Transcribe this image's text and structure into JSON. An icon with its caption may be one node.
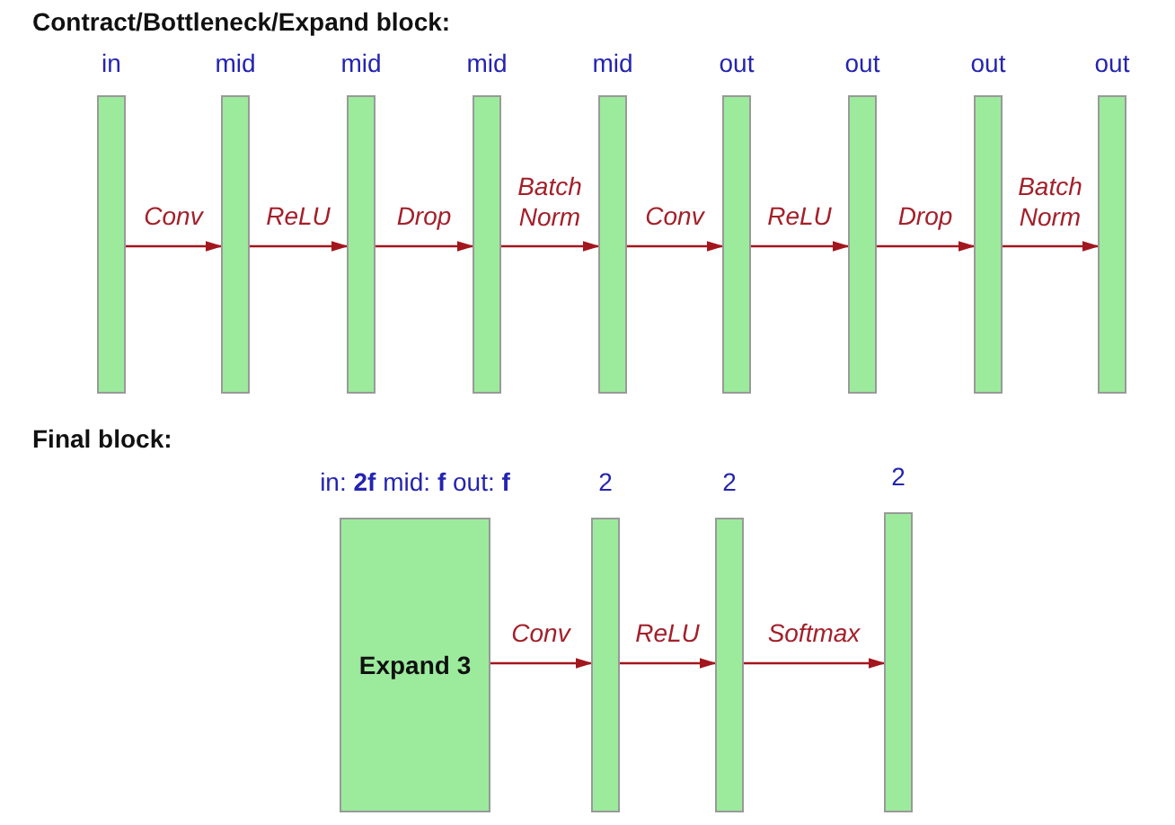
{
  "diagram": {
    "nodes": [
      {
        "text": [
          "in"
        ]
      },
      {
        "text": [
          "mid"
        ]
      },
      {
        "text": [
          "mid"
        ]
      },
      {
        "text": [
          "mid"
        ]
      },
      {
        "text": [
          "mid"
        ]
      },
      {
        "text": [
          "out"
        ]
      },
      {
        "text": [
          "out"
        ]
      },
      {
        "text": [
          "out"
        ]
      },
      {
        "text": [
          "out"
        ]
      },
      {
        "text": [
          "in: **2f** mid: **f** out: **f**",
          "Expand 3"
        ]
      },
      {
        "text": [
          "2"
        ]
      },
      {
        "text": [
          "2"
        ]
      },
      {
        "text": [
          "2"
        ]
      }
    ],
    "edges": [
      {
        "from": 0,
        "to": 1,
        "arrow": "to",
        "label": "Conv"
      },
      {
        "from": 1,
        "to": 2,
        "arrow": "to",
        "label": "ReLU"
      },
      {
        "from": 2,
        "to": 3,
        "arrow": "to",
        "label": "Drop"
      },
      {
        "from": 3,
        "to": 4,
        "arrow": "to",
        "label": "Batch Norm"
      },
      {
        "from": 4,
        "to": 5,
        "arrow": "to",
        "label": "Conv"
      },
      {
        "from": 5,
        "to": 6,
        "arrow": "to",
        "label": "ReLU"
      },
      {
        "from": 6,
        "to": 7,
        "arrow": "to",
        "label": "Drop"
      },
      {
        "from": 7,
        "to": 8,
        "arrow": "to",
        "label": "Batch Norm"
      },
      {
        "from": 9,
        "to": 10,
        "arrow": "to",
        "label": "Conv"
      },
      {
        "from": 10,
        "to": 11,
        "arrow": "to",
        "label": "ReLU"
      },
      {
        "from": 11,
        "to": 12,
        "arrow": "to",
        "label": "Softmax"
      }
    ],
    "labels": [
      "Contract/Bottleneck/Expand block:",
      "Final block:"
    ]
  }
}
